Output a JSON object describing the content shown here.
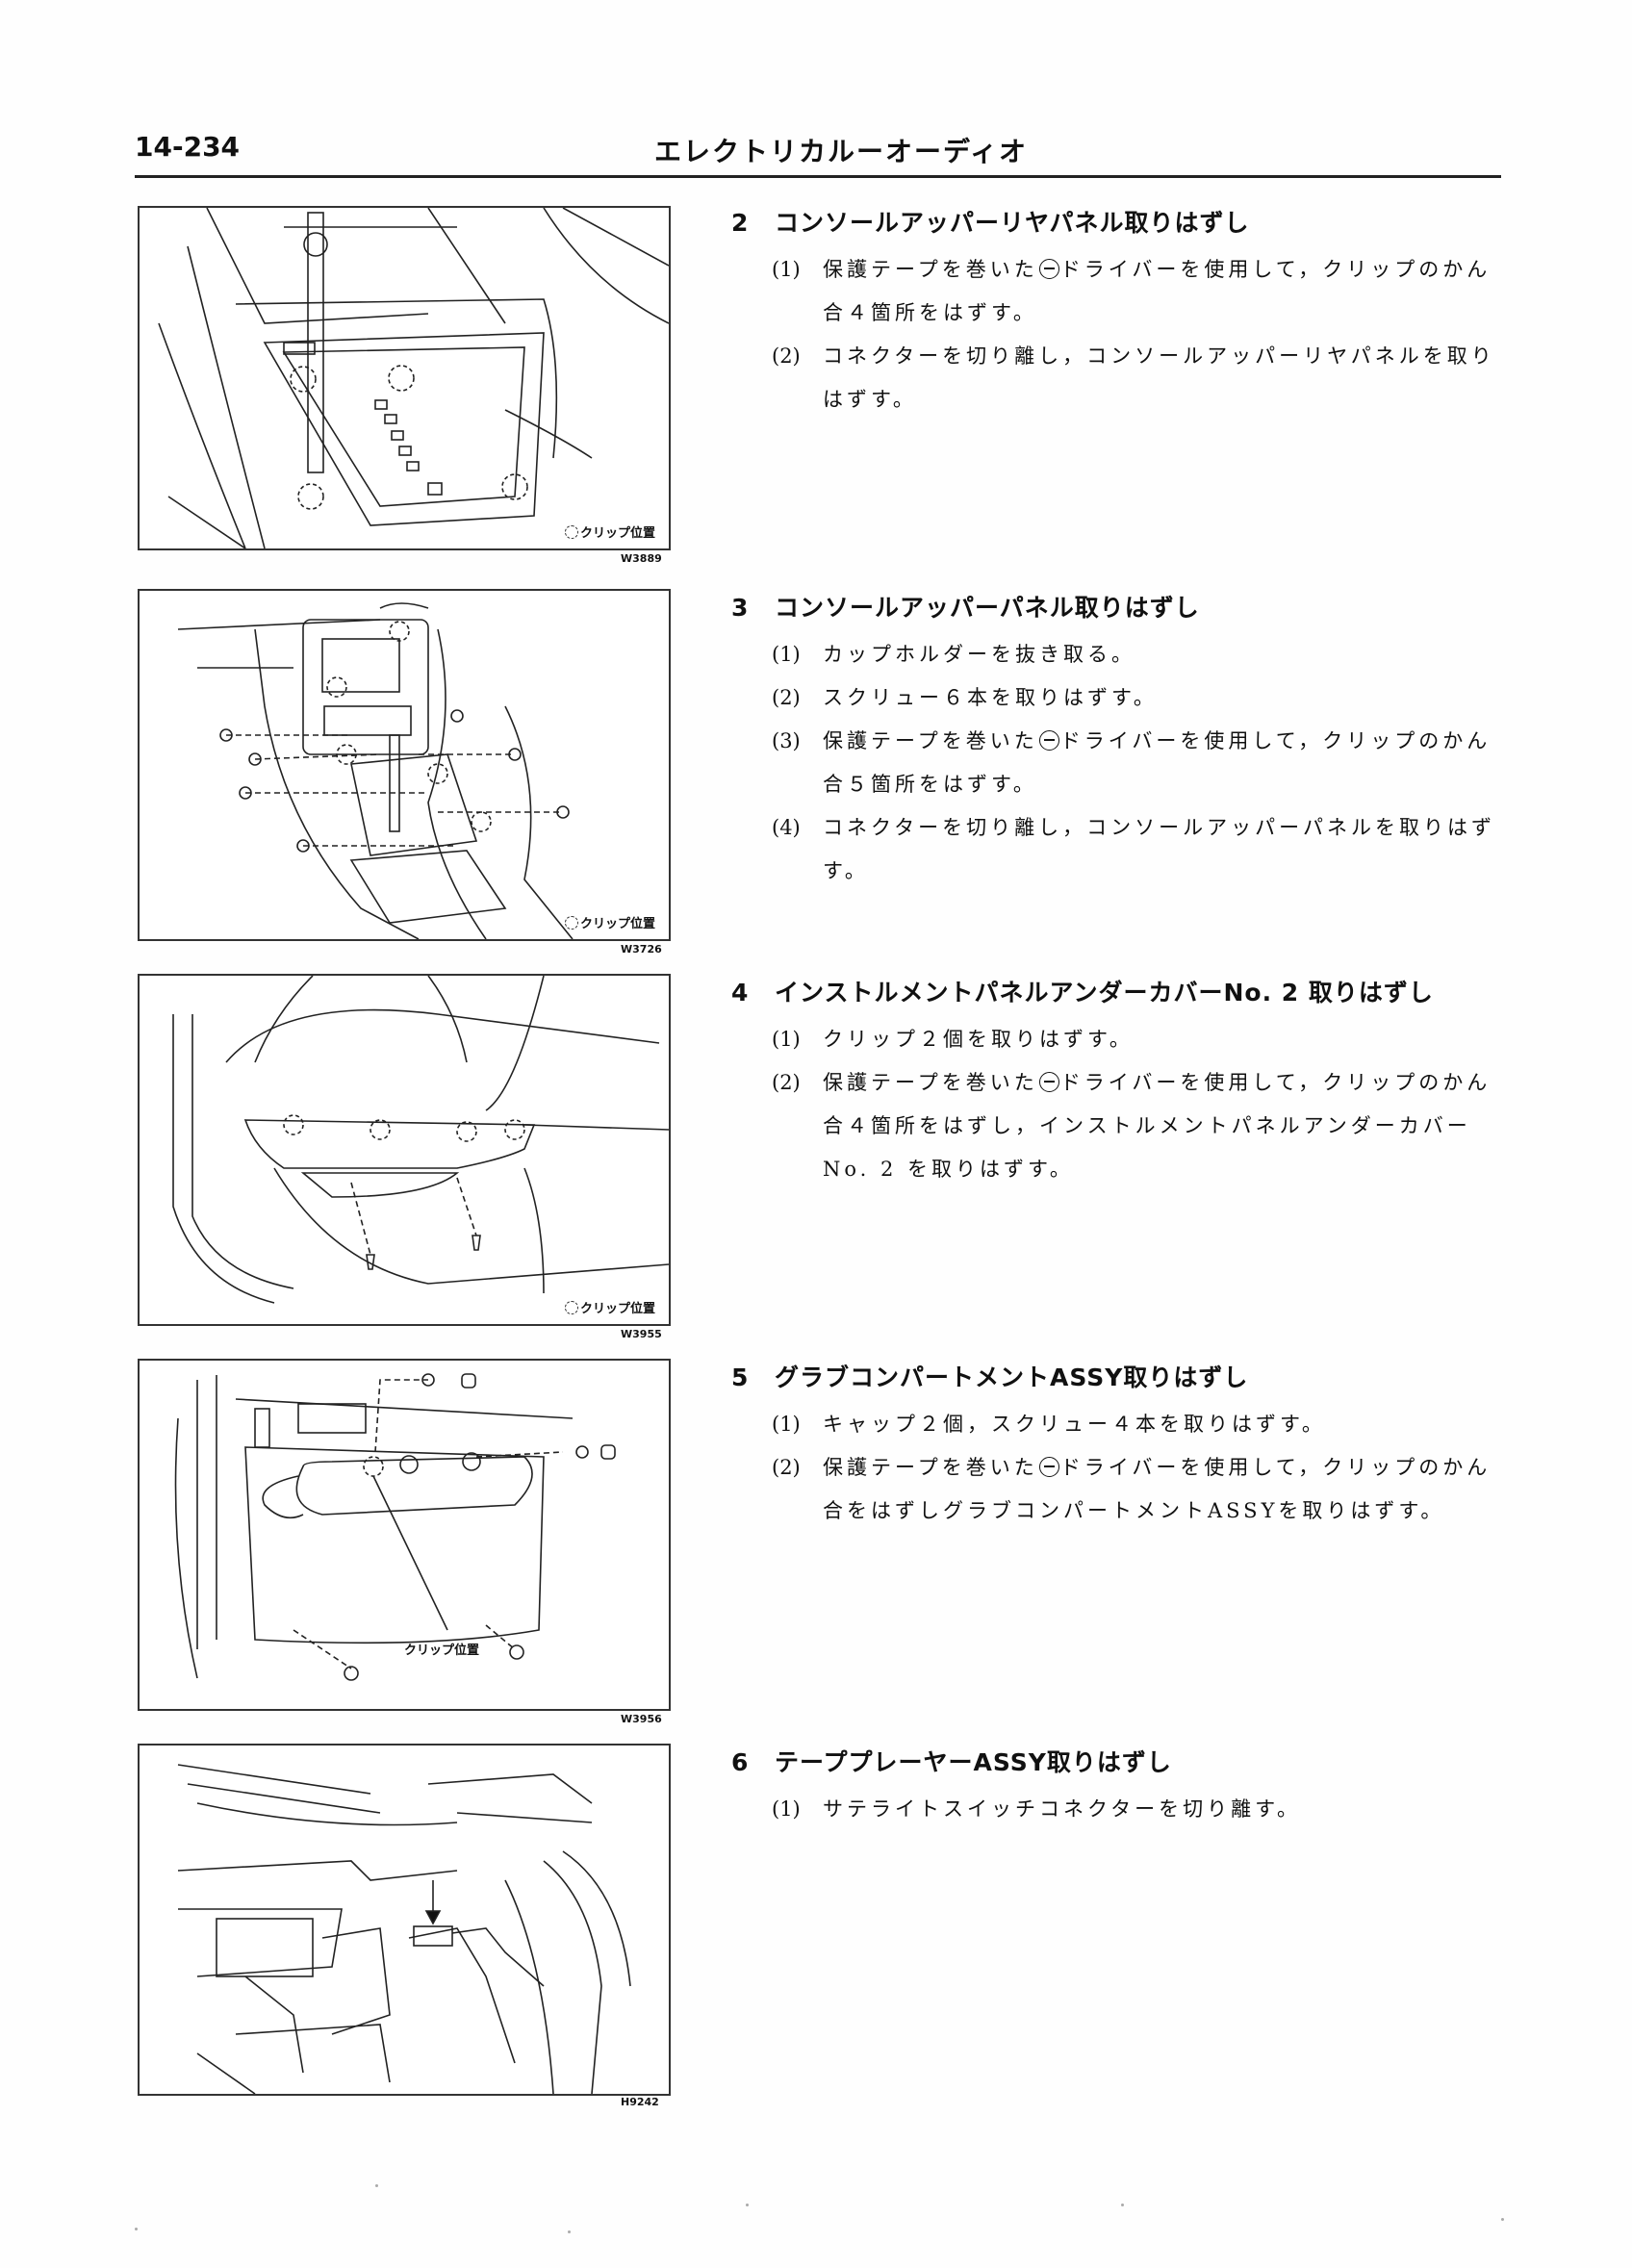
{
  "header": {
    "page_number": "14-234",
    "title": "エレクトリカルーオーディオ"
  },
  "figures": [
    {
      "legend": "クリップ位置",
      "code": "W3889"
    },
    {
      "legend": "クリップ位置",
      "code": "W3726"
    },
    {
      "legend": "クリップ位置",
      "code": "W3955"
    },
    {
      "legend": "クリップ位置",
      "code": "W3956"
    },
    {
      "legend": "",
      "code": "H9242"
    }
  ],
  "sections": [
    {
      "number": "2",
      "title": "コンソールアッパーリヤパネル取りはずし",
      "steps": [
        {
          "num": "(1)",
          "pre": "保護テープを巻いた",
          "post": "ドライバーを使用して，クリップのかん",
          "line2": "合４箇所をはずす。"
        },
        {
          "num": "(2)",
          "text": "コネクターを切り離し，コンソールアッパーリヤパネルを取り",
          "line2": "はずす。"
        }
      ]
    },
    {
      "number": "3",
      "title": "コンソールアッパーパネル取りはずし",
      "steps": [
        {
          "num": "(1)",
          "text": "カップホルダーを抜き取る。"
        },
        {
          "num": "(2)",
          "text": "スクリュー６本を取りはずす。"
        },
        {
          "num": "(3)",
          "pre": "保護テープを巻いた",
          "post": "ドライバーを使用して，クリップのかん",
          "line2": "合５箇所をはずす。"
        },
        {
          "num": "(4)",
          "text": "コネクターを切り離し，コンソールアッパーパネルを取りはず",
          "line2": "す。"
        }
      ]
    },
    {
      "number": "4",
      "title": "インストルメントパネルアンダーカバーNo. 2 取りはずし",
      "steps": [
        {
          "num": "(1)",
          "text": "クリップ２個を取りはずす。"
        },
        {
          "num": "(2)",
          "pre": "保護テープを巻いた",
          "post": "ドライバーを使用して，クリップのかん",
          "line2": "合４箇所をはずし，インストルメントパネルアンダーカバー",
          "line3": "No. 2 を取りはずす。"
        }
      ]
    },
    {
      "number": "5",
      "title": "グラブコンパートメントASSY取りはずし",
      "steps": [
        {
          "num": "(1)",
          "text": "キャップ２個，スクリュー４本を取りはずす。"
        },
        {
          "num": "(2)",
          "pre": "保護テープを巻いた",
          "post": "ドライバーを使用して，クリップのかん",
          "line2": "合をはずしグラブコンパートメントASSYを取りはずす。"
        }
      ]
    },
    {
      "number": "6",
      "title": "テーププレーヤーASSY取りはずし",
      "steps": [
        {
          "num": "(1)",
          "text": "サテライトスイッチコネクターを切り離す。"
        }
      ]
    }
  ],
  "icons": {
    "minus_screwdriver": "minus-screwdriver-icon",
    "clip_position": "dashed-circle-icon"
  }
}
